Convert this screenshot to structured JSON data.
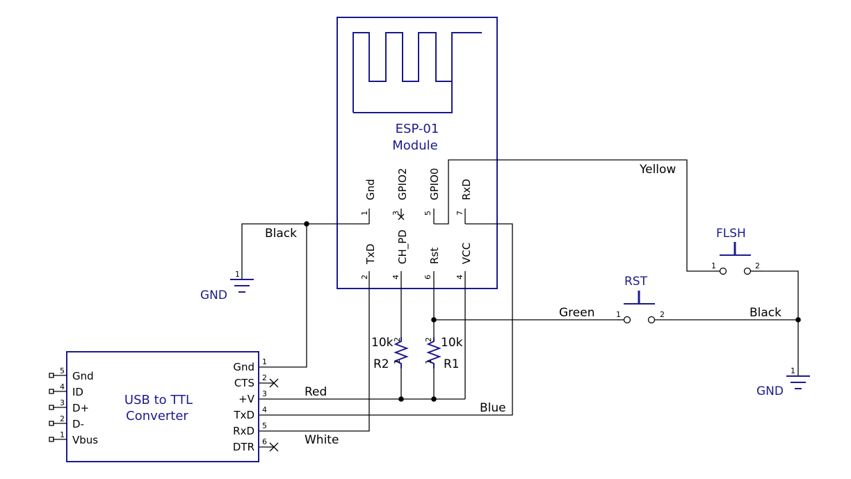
{
  "module": {
    "title_line1": "ESP-01",
    "title_line2": "Module"
  },
  "esp_pins": {
    "gnd": {
      "name": "Gnd",
      "num": "1"
    },
    "gpio2": {
      "name": "GPIO2",
      "num": "3"
    },
    "gpio0": {
      "name": "GPIO0",
      "num": "5"
    },
    "rxd": {
      "name": "RxD",
      "num": "7"
    },
    "txd": {
      "name": "TxD",
      "num": "2"
    },
    "ch_pd": {
      "name": "CH_PD",
      "num": "4"
    },
    "rst": {
      "name": "Rst",
      "num": "6"
    },
    "vcc": {
      "name": "VCC",
      "num": "4"
    }
  },
  "converter": {
    "title_line1": "USB to TTL",
    "title_line2": "Converter",
    "right_pins": [
      {
        "name": "Gnd",
        "num": "1"
      },
      {
        "name": "CTS",
        "num": "2"
      },
      {
        "name": "+V",
        "num": "3"
      },
      {
        "name": "TxD",
        "num": "4"
      },
      {
        "name": "RxD",
        "num": "5"
      },
      {
        "name": "DTR",
        "num": "6"
      }
    ],
    "left_pins": [
      {
        "name": "Gnd",
        "num": "5"
      },
      {
        "name": "ID",
        "num": "4"
      },
      {
        "name": "D+",
        "num": "3"
      },
      {
        "name": "D-",
        "num": "2"
      },
      {
        "name": "Vbus",
        "num": "1"
      }
    ]
  },
  "resistors": {
    "r2": {
      "name": "R2",
      "value": "10k",
      "pin_top": "2",
      "pin_bottom": "1"
    },
    "r1": {
      "name": "R1",
      "value": "10k",
      "pin_top": "2",
      "pin_bottom": "1"
    }
  },
  "switches": {
    "rst": {
      "name": "RST",
      "pin1": "1",
      "pin2": "2"
    },
    "flsh": {
      "name": "FLSH",
      "pin1": "1",
      "pin2": "2"
    }
  },
  "grounds": {
    "left": "GND",
    "right": "GND"
  },
  "wire_labels": {
    "black_left": "Black",
    "yellow": "Yellow",
    "green": "Green",
    "black_right": "Black",
    "red": "Red",
    "blue": "Blue",
    "white": "White"
  }
}
